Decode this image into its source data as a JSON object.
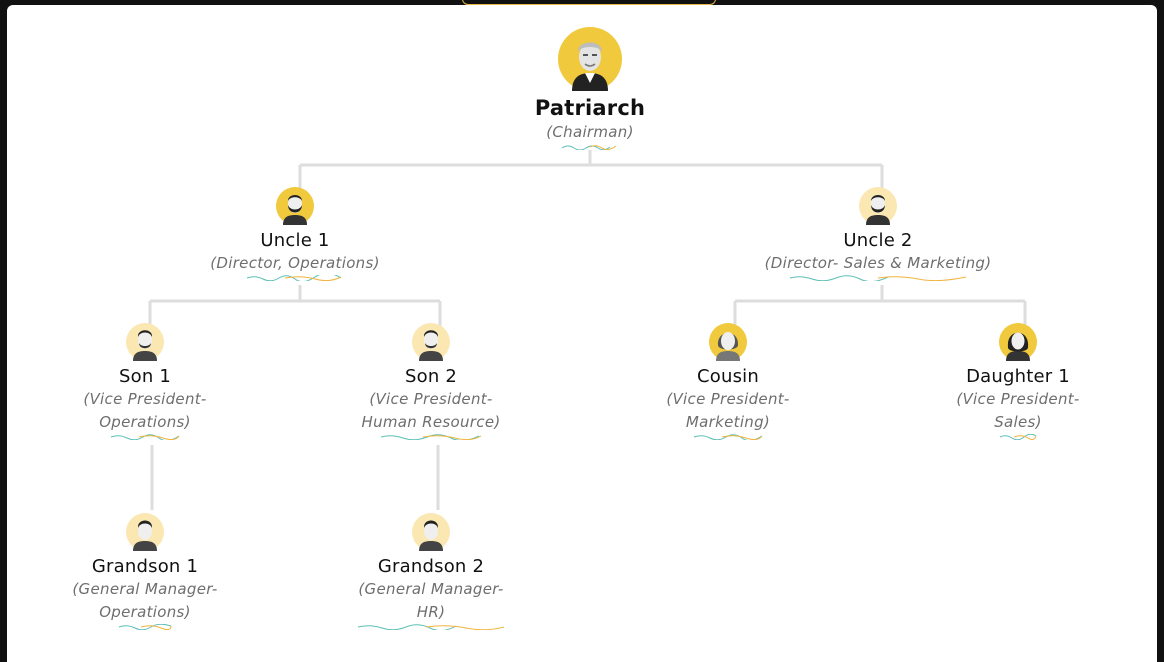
{
  "colors": {
    "connector": "#dddddd",
    "avatar_bg": "#f0c93c",
    "avatar_bg_light": "#fbe7b2",
    "text": "#111111",
    "role_text": "#6e6e6e"
  },
  "root": {
    "name": "Patriarch",
    "role": "(Chairman)",
    "icon": "old-man-avatar-icon"
  },
  "uncle1": {
    "name": "Uncle 1",
    "role": "(Director, Operations)",
    "icon": "bearded-man-avatar-icon"
  },
  "uncle2": {
    "name": "Uncle 2",
    "role": "(Director- Sales & Marketing)",
    "icon": "bearded-man-avatar-icon"
  },
  "son1": {
    "name": "Son 1",
    "role_line1": "(Vice President-",
    "role_line2": "Operations)",
    "icon": "man-avatar-icon"
  },
  "son2": {
    "name": "Son 2",
    "role_line1": "(Vice President-",
    "role_line2": "Human Resource)",
    "icon": "man-avatar-icon"
  },
  "cousin": {
    "name": "Cousin",
    "role_line1": "(Vice President-",
    "role_line2": "Marketing)",
    "icon": "woman-avatar-icon"
  },
  "daughter1": {
    "name": "Daughter 1",
    "role_line1": "(Vice President-",
    "role_line2": "Sales)",
    "icon": "woman-avatar-icon"
  },
  "grandson1": {
    "name": "Grandson 1",
    "role_line1": "(General Manager-",
    "role_line2": "Operations)",
    "icon": "young-man-avatar-icon"
  },
  "grandson2": {
    "name": "Grandson 2",
    "role_line1": "(General Manager-",
    "role_line2": "HR)",
    "icon": "young-man-avatar-icon"
  }
}
